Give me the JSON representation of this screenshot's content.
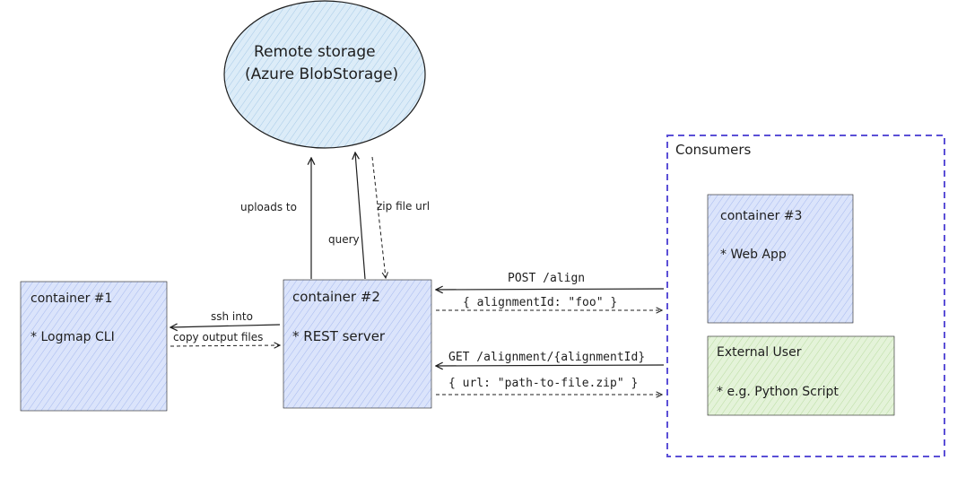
{
  "storage": {
    "line1": "Remote storage",
    "line2": "(Azure BlobStorage)"
  },
  "container1": {
    "title": "container #1",
    "item": "* Logmap CLI"
  },
  "container2": {
    "title": "container #2",
    "item": "* REST server"
  },
  "consumers": {
    "title": "Consumers"
  },
  "container3": {
    "title": "container #3",
    "item": "* Web App"
  },
  "external_user": {
    "title": "External User",
    "item": "* e.g. Python Script"
  },
  "edges": {
    "uploads_to": "uploads to",
    "query": "query",
    "zip_file_url": "zip file url",
    "ssh_into": "ssh into",
    "copy_output_files": "copy output files",
    "post_align": "POST /align",
    "alignment_id_response": "{ alignmentId: \"foo\" }",
    "get_alignment": "GET /alignment/{alignmentId}",
    "url_response": "{ url: \"path-to-file.zip\" }"
  },
  "colors": {
    "blue_fill": "#dbe4fb",
    "blue_hatch": "#a5b8ee",
    "storage_fill": "#dcecf8",
    "storage_hatch": "#a6c9e6",
    "green_fill": "#e4f3d9",
    "green_hatch": "#b9dca1",
    "consumers_border": "#5b4fd6",
    "stroke": "#1e1e1e"
  }
}
